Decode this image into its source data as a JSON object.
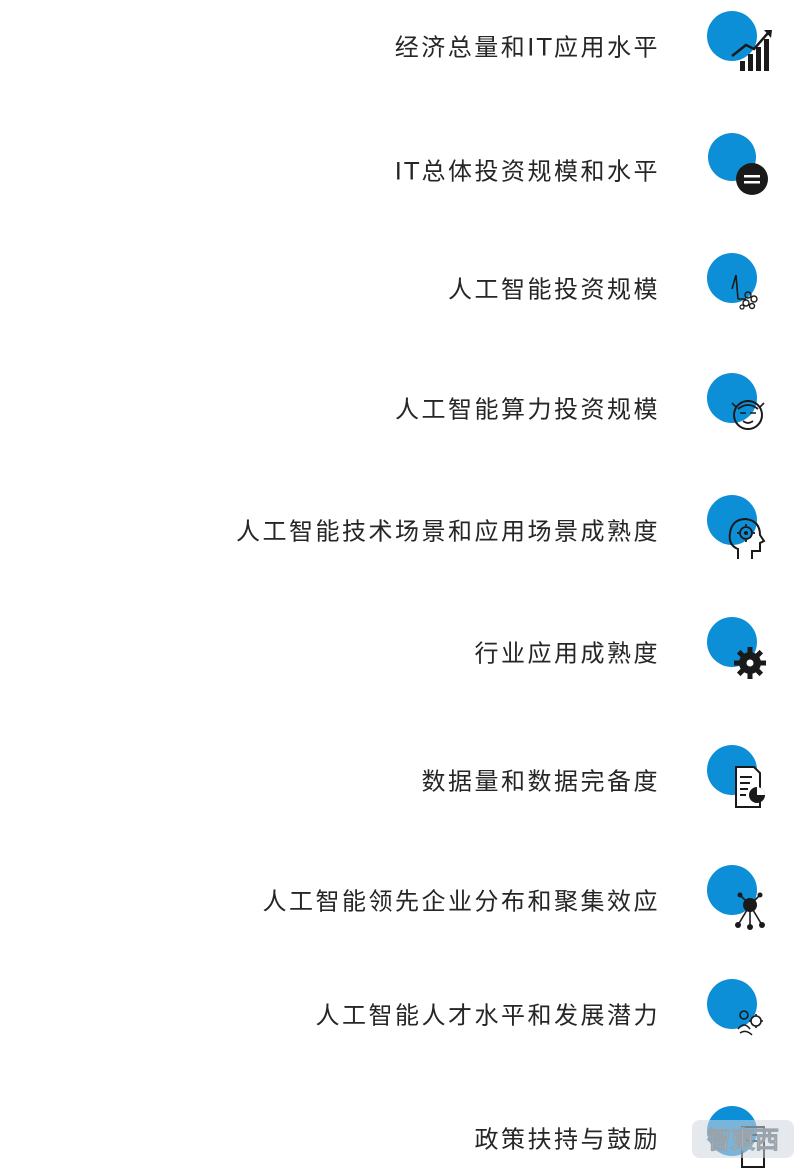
{
  "items": [
    {
      "label": "经济总量和IT应用水平",
      "icon": "bar-chart-growth-icon"
    },
    {
      "label": "IT总体投资规模和水平",
      "icon": "coin-icon"
    },
    {
      "label": "人工智能投资规模",
      "icon": "hand-coins-icon"
    },
    {
      "label": "人工智能算力投资规模",
      "icon": "brain-head-icon"
    },
    {
      "label": "人工智能技术场景和应用场景成熟度",
      "icon": "head-gear-icon"
    },
    {
      "label": "行业应用成熟度",
      "icon": "gear-icon"
    },
    {
      "label": "数据量和数据完备度",
      "icon": "document-pie-icon"
    },
    {
      "label": "人工智能领先企业分布和聚集效应",
      "icon": "network-nodes-icon"
    },
    {
      "label": "人工智能人才水平和发展潜力",
      "icon": "people-gear-icon"
    },
    {
      "label": "政策扶持与鼓励",
      "icon": "policy-document-icon"
    }
  ],
  "colors": {
    "accent": "#0d8fd8",
    "text": "#262626",
    "icon_stroke": "#1a1a1a"
  },
  "watermark": {
    "text": "智東西",
    "icon": "watermark-logo-icon"
  }
}
